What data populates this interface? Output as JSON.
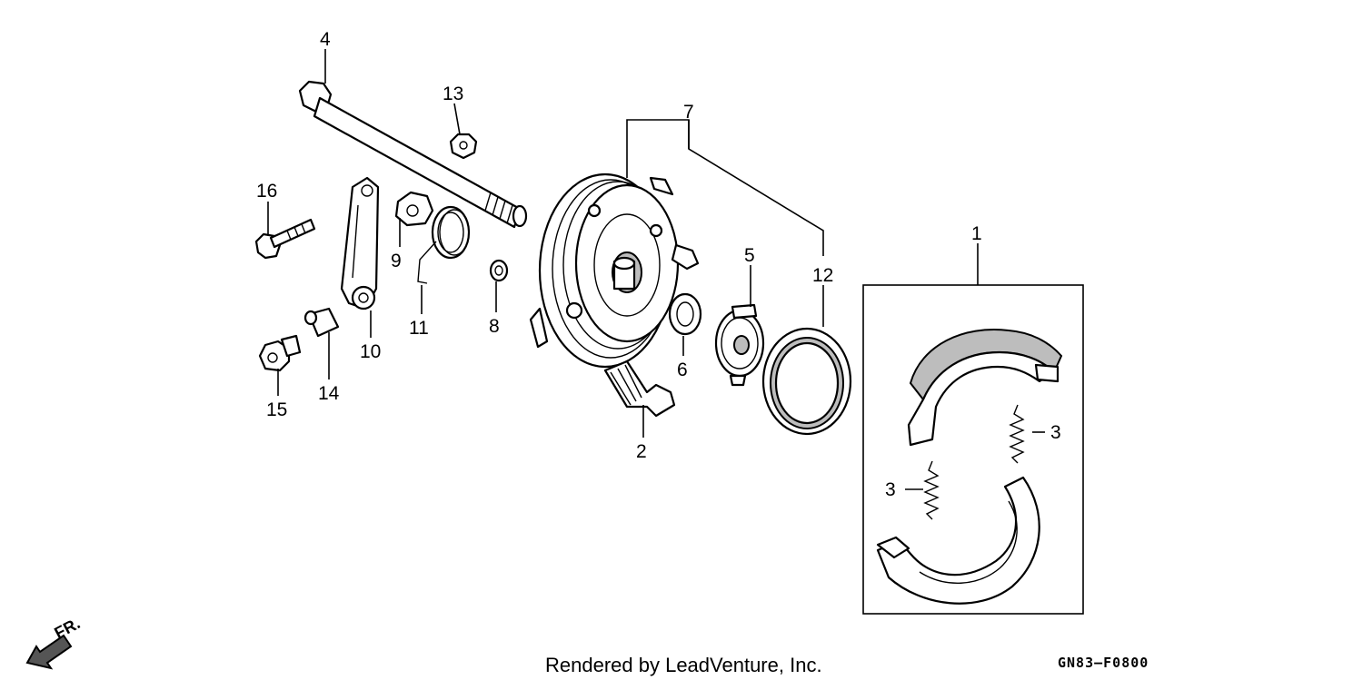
{
  "labels": {
    "p1": "1",
    "p2": "2",
    "p3a": "3",
    "p3b": "3",
    "p4": "4",
    "p5": "5",
    "p6": "6",
    "p7": "7",
    "p8": "8",
    "p9": "9",
    "p10": "10",
    "p11": "11",
    "p12": "12",
    "p13": "13",
    "p14": "14",
    "p15": "15",
    "p16": "16"
  },
  "footer": {
    "credit": "Rendered by LeadVenture, Inc.",
    "code": "GN83–F0800"
  },
  "direction": {
    "text": "FR.",
    "icon": "front-direction-arrow-icon"
  }
}
